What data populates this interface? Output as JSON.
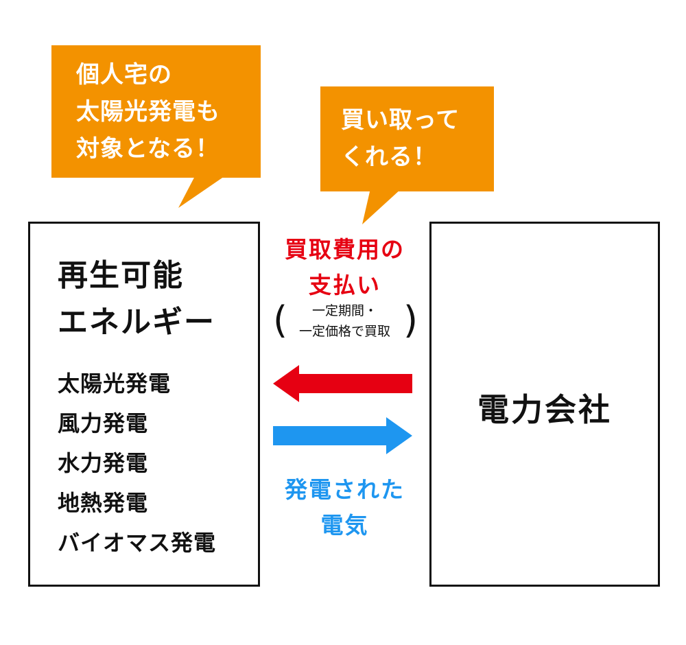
{
  "bubble_left": {
    "lines": [
      "個人宅の",
      "太陽光発電も",
      "対象となる！"
    ]
  },
  "bubble_right": {
    "lines": [
      "買い取って",
      "くれる！"
    ]
  },
  "left_box": {
    "title_lines": [
      "再生可能",
      "エネルギー"
    ],
    "items": [
      "太陽光発電",
      "風力発電",
      "水力発電",
      "地熱発電",
      "バイオマス発電"
    ]
  },
  "right_box": {
    "title": "電力会社"
  },
  "payment": {
    "label_lines": [
      "買取費用の",
      "支払い"
    ],
    "note_lines": [
      "一定期間・",
      "一定価格で買取"
    ]
  },
  "electricity": {
    "label_lines": [
      "発電された",
      "電気"
    ]
  },
  "colors": {
    "orange": "#f39200",
    "red": "#e60012",
    "blue": "#1e96f0",
    "border": "#111111"
  }
}
